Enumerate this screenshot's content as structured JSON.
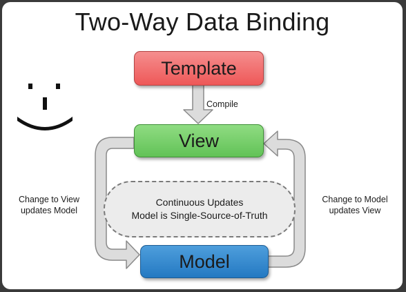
{
  "title": "Two-Way Data Binding",
  "nodes": {
    "template": "Template",
    "view": "View",
    "model": "Model"
  },
  "labels": {
    "compile": "Compile",
    "left_line1": "Change to View",
    "left_line2": "updates Model",
    "right_line1": "Change to Model",
    "right_line2": "updates View"
  },
  "center_note": {
    "line1": "Continuous Updates",
    "line2": "Model is Single-Source-of-Truth"
  },
  "colors": {
    "template": "#ee5858",
    "view": "#62c257",
    "model": "#2479c2",
    "arrow_fill": "#dcdcdc",
    "arrow_stroke": "#8a8a8a"
  },
  "icons": [
    "smiley-face-icon"
  ]
}
